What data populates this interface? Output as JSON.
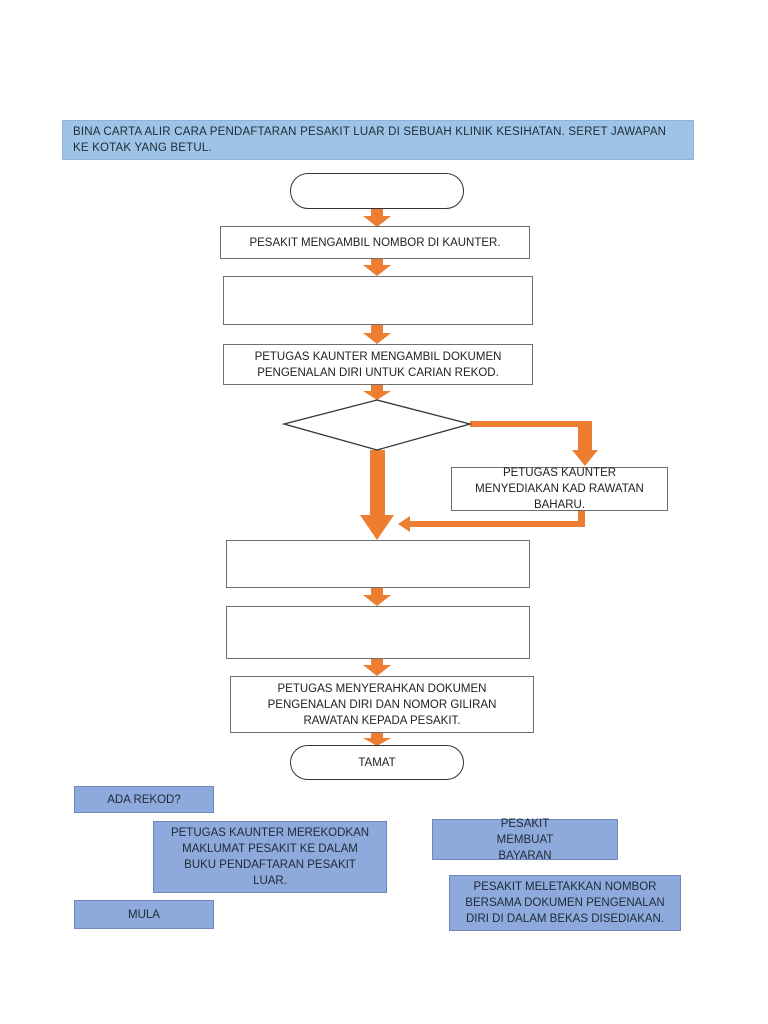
{
  "instruction": "BINA CARTA ALIR CARA PENDAFTARAN PESAKIT LUAR DI SEBUAH KLINIK KESIHATAN. SERET JAWAPAN KE KOTAK YANG BETUL.",
  "flowchart": {
    "start_label": "",
    "step1": "PESAKIT MENGAMBIL NOMBOR DI KAUNTER.",
    "step2": "",
    "step3": "PETUGAS KAUNTER MENGAMBIL DOKUMEN PENGENALAN DIRI UNTUK CARIAN REKOD.",
    "decision": "",
    "side_step": "PETUGAS KAUNTER MENYEDIAKAN KAD RAWATAN BAHARU.",
    "step4": "",
    "step5": "",
    "step6": "PETUGAS MENYERAHKAN DOKUMEN PENGENALAN DIRI DAN NOMOR GILIRAN RAWATAN KEPADA PESAKIT.",
    "end_label": "TAMAT"
  },
  "answer_cards": [
    "ADA REKOD?",
    "PETUGAS KAUNTER MEREKODKAN MAKLUMAT PESAKIT KE DALAM BUKU PENDAFTARAN PESAKIT LUAR.",
    "MULA",
    "PESAKIT MEMBUAT BAYARAN",
    "PESAKIT MELETAKKAN NOMBOR BERSAMA DOKUMEN PENGENALAN DIRI DI DALAM BEKAS DISEDIAKAN."
  ],
  "colors": {
    "arrow": "#ed7d31",
    "title_bg": "#9dc3e6",
    "card_bg": "#8ea9db"
  }
}
